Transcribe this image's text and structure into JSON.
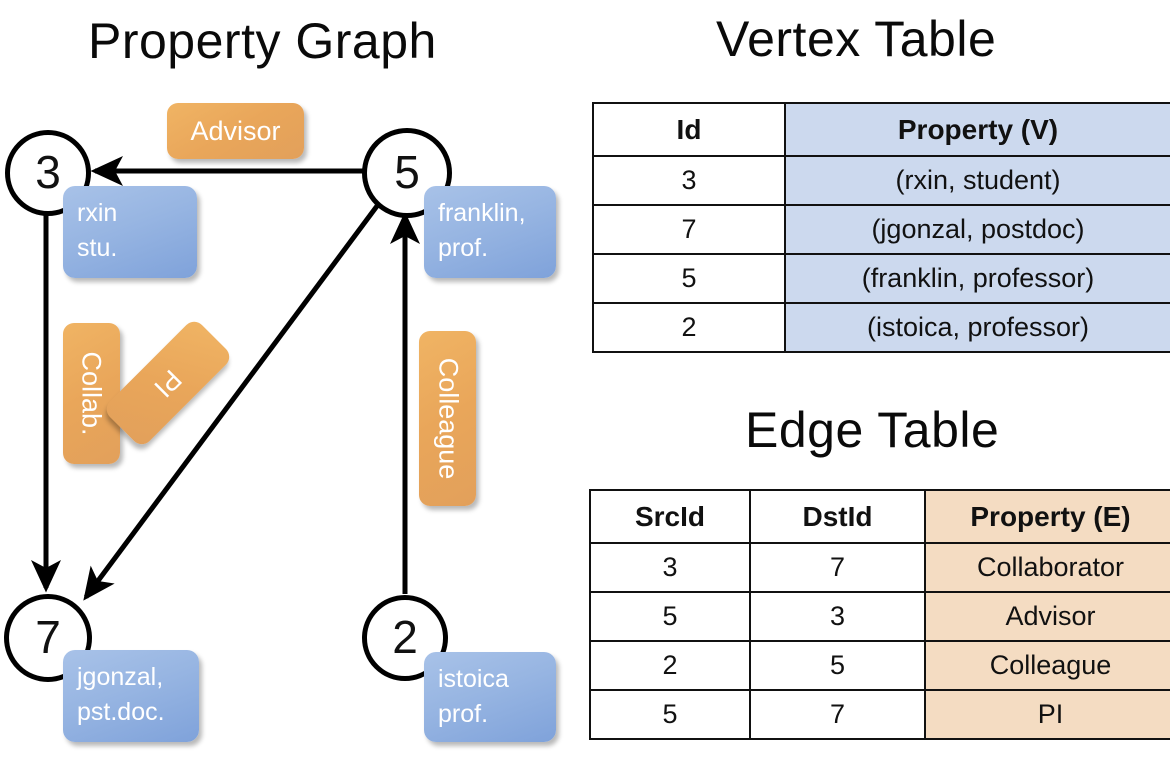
{
  "titles": {
    "property_graph": "Property Graph",
    "vertex_table": "Vertex Table",
    "edge_table": "Edge Table"
  },
  "graph": {
    "nodes": [
      {
        "id": "3",
        "name": "rxin",
        "role": "stu.",
        "pos": "top-left"
      },
      {
        "id": "5",
        "name": "franklin,",
        "role": "prof.",
        "pos": "top-right"
      },
      {
        "id": "7",
        "name": "jgonzal,",
        "role": "pst.doc.",
        "pos": "bottom-left"
      },
      {
        "id": "2",
        "name": "istoica",
        "role": "prof.",
        "pos": "bottom-right"
      }
    ],
    "edge_labels": [
      {
        "key": "advisor",
        "text": "Advisor",
        "orientation": "horizontal"
      },
      {
        "key": "collab",
        "text": "Collab.",
        "orientation": "vertical"
      },
      {
        "key": "pi",
        "text": "PI",
        "orientation": "diagonal"
      },
      {
        "key": "colleague",
        "text": "Colleague",
        "orientation": "vertical"
      }
    ],
    "edges": [
      {
        "src": "5",
        "dst": "3",
        "label": "Advisor"
      },
      {
        "src": "3",
        "dst": "7",
        "label": "Collab."
      },
      {
        "src": "5",
        "dst": "7",
        "label": "PI"
      },
      {
        "src": "2",
        "dst": "5",
        "label": "Colleague"
      }
    ]
  },
  "vertex_table": {
    "headers": {
      "id": "Id",
      "property": "Property (V)"
    },
    "rows": [
      {
        "id": "3",
        "property": "(rxin, student)"
      },
      {
        "id": "7",
        "property": "(jgonzal, postdoc)"
      },
      {
        "id": "5",
        "property": "(franklin, professor)"
      },
      {
        "id": "2",
        "property": "(istoica, professor)"
      }
    ]
  },
  "edge_table": {
    "headers": {
      "src": "SrcId",
      "dst": "DstId",
      "property": "Property (E)"
    },
    "rows": [
      {
        "src": "3",
        "dst": "7",
        "property": "Collaborator"
      },
      {
        "src": "5",
        "dst": "3",
        "property": "Advisor"
      },
      {
        "src": "2",
        "dst": "5",
        "property": "Colleague"
      },
      {
        "src": "5",
        "dst": "7",
        "property": "PI"
      }
    ]
  },
  "colors": {
    "vertex_property_fill": "#ccd9ee",
    "edge_property_fill": "#f4dcc2",
    "node_box_blue": "#97b5e2",
    "edge_label_orange": "#e9a65a",
    "stroke": "#000000"
  }
}
